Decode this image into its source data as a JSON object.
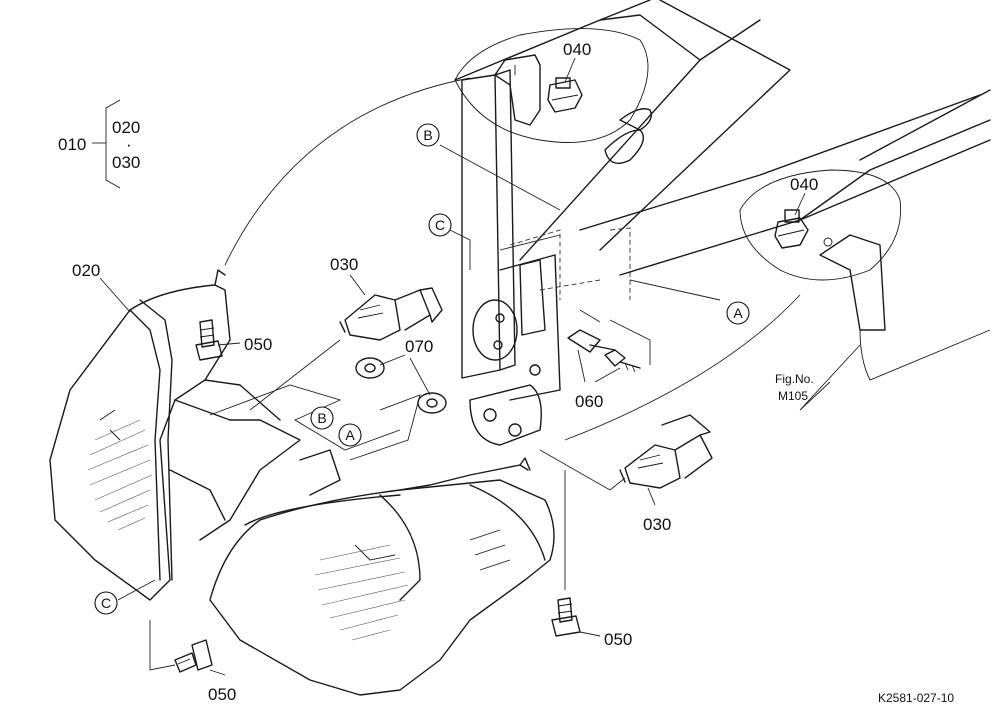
{
  "assembly": {
    "group_label": "010",
    "member_top": "020",
    "member_sep": "·",
    "member_bottom": "030"
  },
  "callouts": {
    "p020": "020",
    "p030_left": "030",
    "p050_upper": "050",
    "p070": "070",
    "p040_top": "040",
    "p040_right": "040",
    "p060": "060",
    "p030_right": "030",
    "p050_lower_right": "050",
    "p050_lower_left": "050"
  },
  "references": {
    "A": "A",
    "B": "B",
    "C": "C"
  },
  "figure_ref": {
    "line1": "Fig.No.",
    "line2": "M105"
  },
  "drawing_code": "K2581-027-10",
  "colors": {
    "line": "#1a1a1a",
    "background": "#ffffff"
  }
}
